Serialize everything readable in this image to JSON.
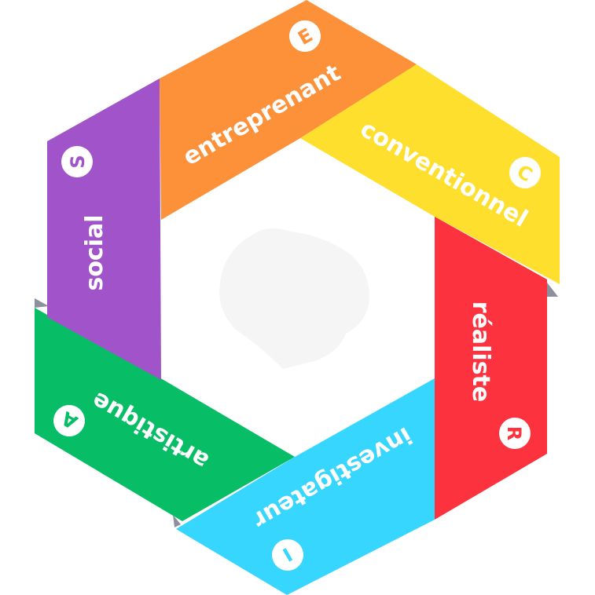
{
  "diagram": {
    "center_color": "#ffffff",
    "watermark_color": "#f4f4f4",
    "fold_color": "#8d8f9c",
    "bands": [
      {
        "key": "realiste",
        "label": "réaliste",
        "letter": "R",
        "color": "#fd323f"
      },
      {
        "key": "investigateur",
        "label": "investigateur",
        "letter": "I",
        "color": "#36d6fe"
      },
      {
        "key": "artistique",
        "label": "artistique",
        "letter": "A",
        "color": "#07bd66"
      },
      {
        "key": "social",
        "label": "social",
        "letter": "S",
        "color": "#a154c9"
      },
      {
        "key": "entreprenant",
        "label": "entreprenant",
        "letter": "E",
        "color": "#fd913a"
      },
      {
        "key": "conventionnel",
        "label": "conventionnel",
        "letter": "C",
        "color": "#fedf2d"
      }
    ]
  }
}
